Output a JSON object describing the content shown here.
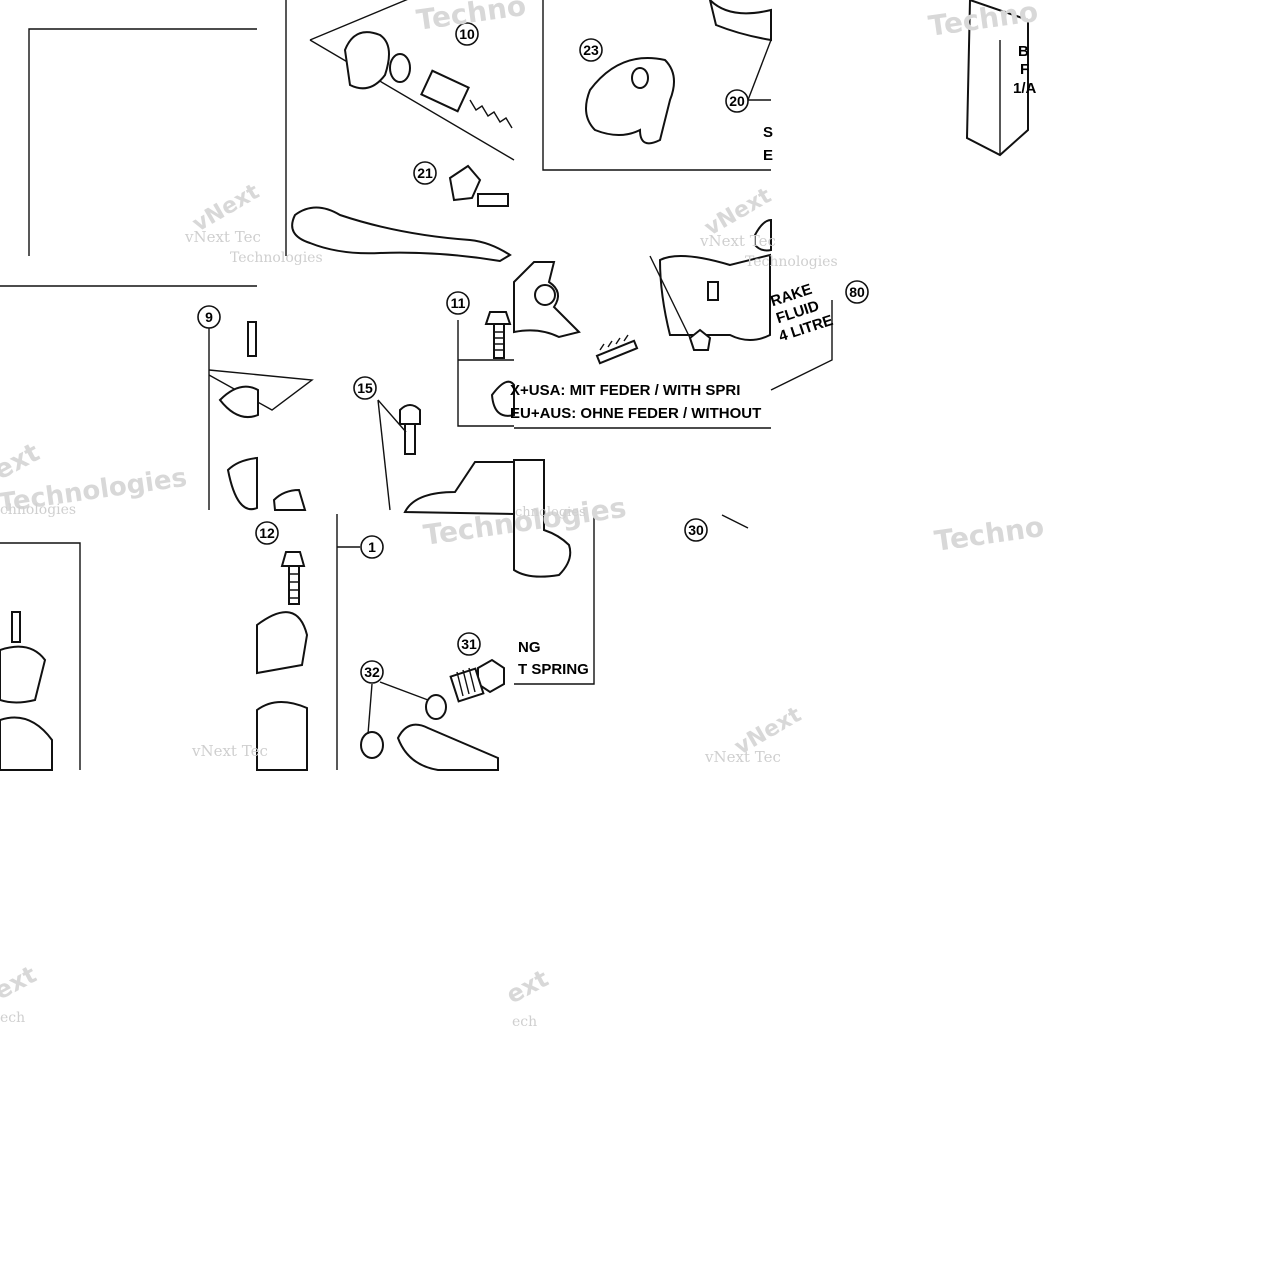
{
  "callouts": {
    "c10": "10",
    "c23": "23",
    "c20": "20",
    "c21": "21",
    "c80": "80",
    "c9": "9",
    "c11": "11",
    "c15": "15",
    "c12": "12",
    "c1": "1",
    "c30": "30",
    "c31": "31",
    "c32": "32"
  },
  "notes": {
    "with_spring": "X+USA:  MIT FEDER / WITH SPRI",
    "without_spring": "EU+AUS:  OHNE FEDER / WITHOUT",
    "spring_frag1": "NG",
    "spring_frag2": "T SPRING",
    "frag_s": "S",
    "frag_e": "E"
  },
  "fluid_label": {
    "line1": "RAKE",
    "line2": "FLUID",
    "line3": "4 LITRE",
    "box_b": "B",
    "box_f": "F",
    "box_1a": "1/A"
  },
  "watermarks": {
    "vnext_tec": "vNext Tec",
    "techno": "Techno",
    "technologies": "Technologies",
    "chnologies": "chnologies",
    "vnext": "vNext",
    "ext": "ext",
    "ech": "ech"
  }
}
